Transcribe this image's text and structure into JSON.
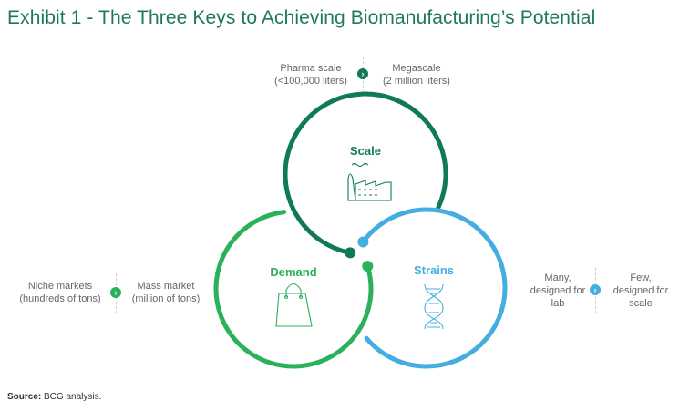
{
  "title": "Exhibit 1 - The Three Keys to Achieving Biomanufacturing’s Potential",
  "colors": {
    "scale": "#107a56",
    "demand": "#2bb15a",
    "strains": "#45aee1"
  },
  "keys": {
    "scale": {
      "label": "Scale",
      "icon": "factory-icon",
      "from": [
        "Pharma scale",
        "(<100,000 liters)"
      ],
      "to": [
        "Megascale",
        "(2 million liters)"
      ]
    },
    "demand": {
      "label": "Demand",
      "icon": "shopping-bag-icon",
      "from": [
        "Niche markets",
        "(hundreds of tons)"
      ],
      "to": [
        "Mass market",
        "(million of tons)"
      ]
    },
    "strains": {
      "label": "Strains",
      "icon": "dna-icon",
      "from": [
        "Many,",
        "designed for",
        "lab"
      ],
      "to": [
        "Few,",
        "designed for",
        "scale"
      ]
    }
  },
  "source": {
    "label": "Source:",
    "text": "BCG analysis."
  }
}
